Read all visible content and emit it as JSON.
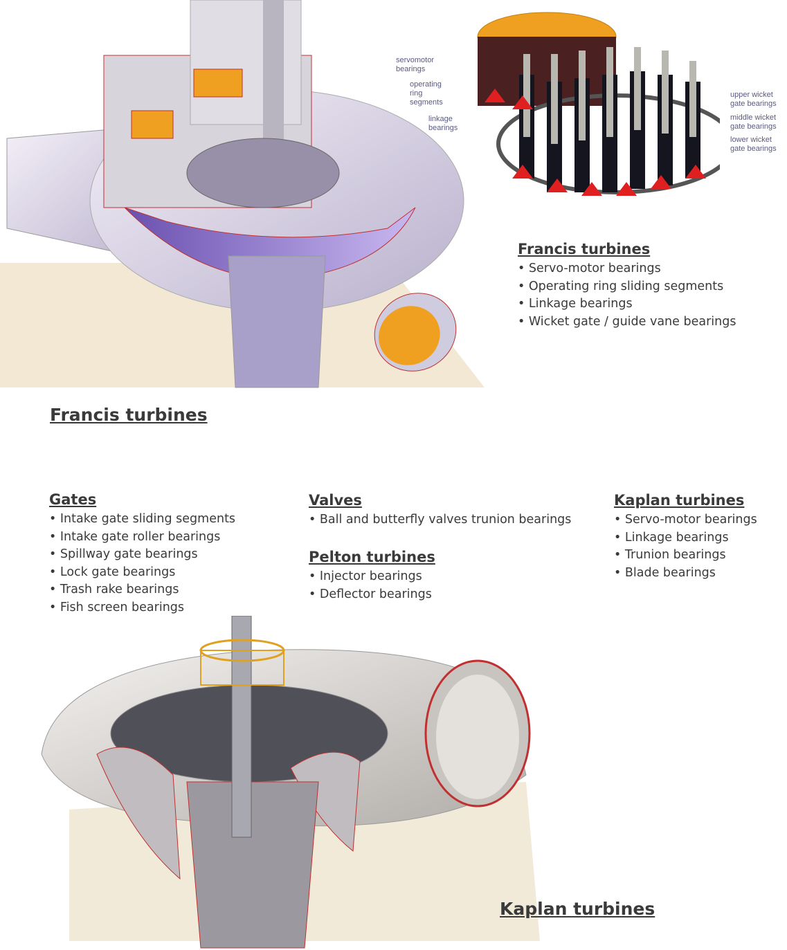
{
  "top_illustration": {
    "title": "Francis turbines",
    "wicket_gate_labels": {
      "servomotor": "servomotor bearings",
      "operating_ring": "operating ring segments",
      "linkage": "linkage bearings",
      "upper": "upper wicket gate bearings",
      "middle": "middle wicket gate bearings",
      "lower": "lower wicket gate bearings"
    }
  },
  "francis_list": {
    "heading": "Francis turbines",
    "items": [
      "Servo-motor bearings",
      "Operating ring sliding segments",
      "Linkage bearings",
      "Wicket gate / guide vane bearings"
    ]
  },
  "gates": {
    "heading": "Gates",
    "items": [
      "Intake gate sliding segments",
      "Intake gate roller bearings",
      "Spillway gate bearings",
      "Lock gate bearings",
      "Trash rake bearings",
      "Fish screen bearings"
    ]
  },
  "valves": {
    "heading": "Valves",
    "items": [
      "Ball and butterfly valves trunion bearings"
    ]
  },
  "pelton": {
    "heading": "Pelton turbines",
    "items": [
      "Injector bearings",
      "Deflector bearings"
    ]
  },
  "kaplan_list": {
    "heading": "Kaplan turbines",
    "items": [
      "Servo-motor bearings",
      "Linkage bearings",
      "Trunion bearings",
      "Blade bearings"
    ]
  },
  "bottom_illustration": {
    "title": "Kaplan turbines"
  },
  "colors": {
    "text": "#3a3a3a",
    "purple": "#8c78c8",
    "orange": "#f0a020",
    "red": "#d02020"
  }
}
